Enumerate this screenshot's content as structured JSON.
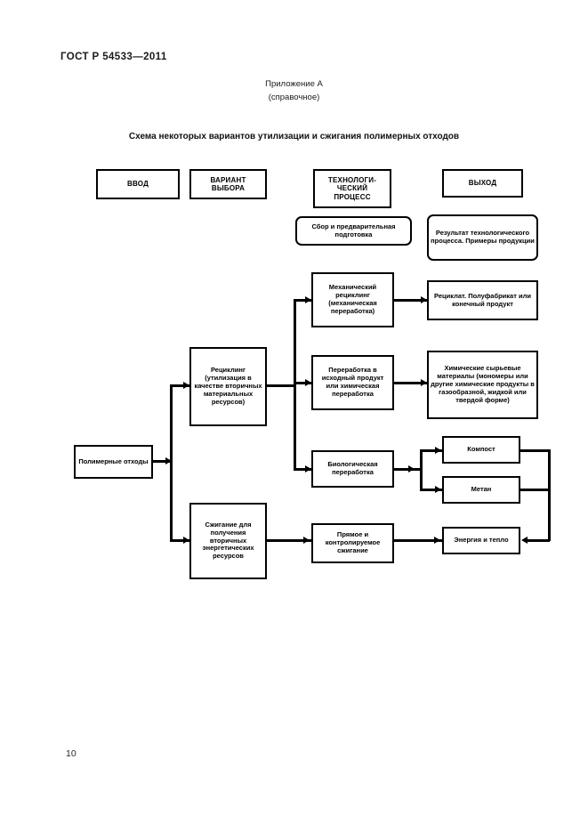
{
  "document": {
    "standard_header": "ГОСТ Р 54533—2011",
    "annex_label": "Приложение А",
    "annex_kind": "(справочное)",
    "figure_title": "Схема некоторых вариантов утилизации и сжигания полимерных отходов",
    "page_number": "10"
  },
  "legend": {
    "input": "ВВОД",
    "choice": "ВАРИАНТ\nВЫБОРА",
    "choice_line1": "ВАРИАНТ",
    "choice_line2": "ВЫБОРА",
    "process_line1": "ТЕХНОЛОГИ-",
    "process_line2": "ЧЕСКИЙ",
    "process_line3": "ПРОЦЕСС",
    "output": "ВЫХОД",
    "collection": "Сбор и предварительная подготовка",
    "result": "Результат технологического процесса. Примеры продукции"
  },
  "nodes": {
    "input_waste": "Полимерные отходы",
    "recycling": "Рециклинг (утилизация в качестве вторичных материальных ресурсов)",
    "incineration": "Сжигание для получения вторичных энергетических ресурсов",
    "mechanical_recycling": "Механический рециклинг (механическая переработка)",
    "feedstock_recycling": "Переработка в исходный продукт или химическая переработка",
    "biological_processing": "Биологическая переработка",
    "direct_combustion": "Прямое и контролируемое сжигание",
    "recyclate": "Рециклат. Полуфабрикат или конечный продукт",
    "chemical_materials": "Химические сырьевые материалы (мономеры или другие химические продукты в газообразной, жидкой или твердой форме)",
    "compost": "Компост",
    "methane": "Метан",
    "energy_heat": "Энергия и тепло"
  },
  "colors": {
    "ink": "#000000",
    "paper": "#ffffff"
  }
}
